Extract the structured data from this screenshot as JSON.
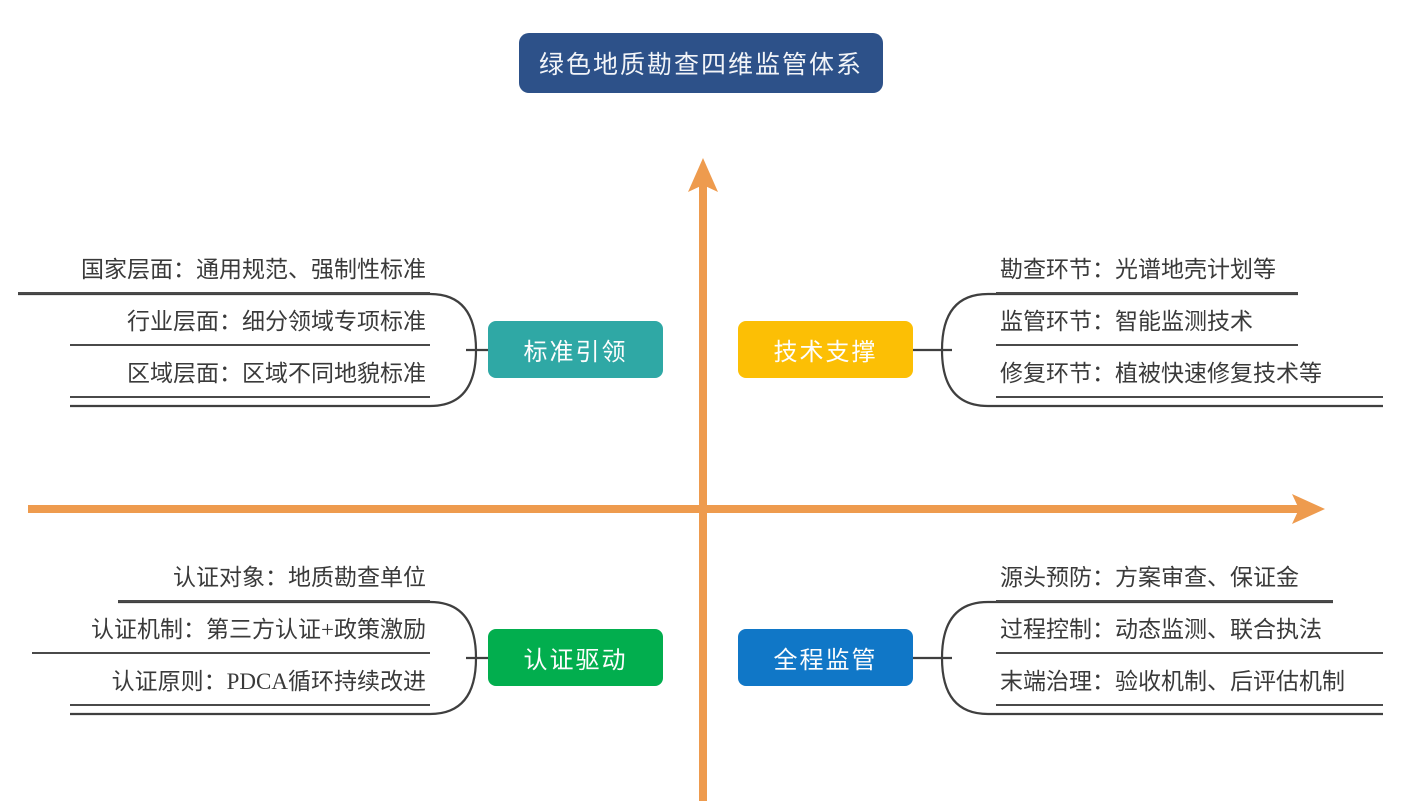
{
  "diagram": {
    "title": "绿色地质勘查四维监管体系",
    "type": "four-quadrant-mindmap",
    "axis": {
      "color": "#ee9b4e",
      "vertical_arrow": "up",
      "horizontal_arrow": "right"
    },
    "quadrants": [
      {
        "id": "top-left",
        "node_label": "标准引领",
        "node_color": "#2fa8a5",
        "side": "left",
        "items": [
          "国家层面：通用规范、强制性标准",
          "行业层面：细分领域专项标准",
          "区域层面：区域不同地貌标准"
        ]
      },
      {
        "id": "top-right",
        "node_label": "技术支撑",
        "node_color": "#fcbf05",
        "side": "right",
        "items": [
          "勘查环节：光谱地壳计划等",
          "监管环节：智能监测技术",
          "修复环节：植被快速修复技术等"
        ]
      },
      {
        "id": "bottom-left",
        "node_label": "认证驱动",
        "node_color": "#02ae4e",
        "side": "left",
        "items": [
          "认证对象：地质勘查单位",
          "认证机制：第三方认证+政策激励",
          "认证原则：PDCA循环持续改进"
        ]
      },
      {
        "id": "bottom-right",
        "node_label": "全程监管",
        "node_color": "#1077c7",
        "side": "right",
        "items": [
          "源头预防：方案审查、保证金",
          "过程控制：动态监测、联合执法",
          "末端治理：验收机制、后评估机制"
        ]
      }
    ]
  }
}
